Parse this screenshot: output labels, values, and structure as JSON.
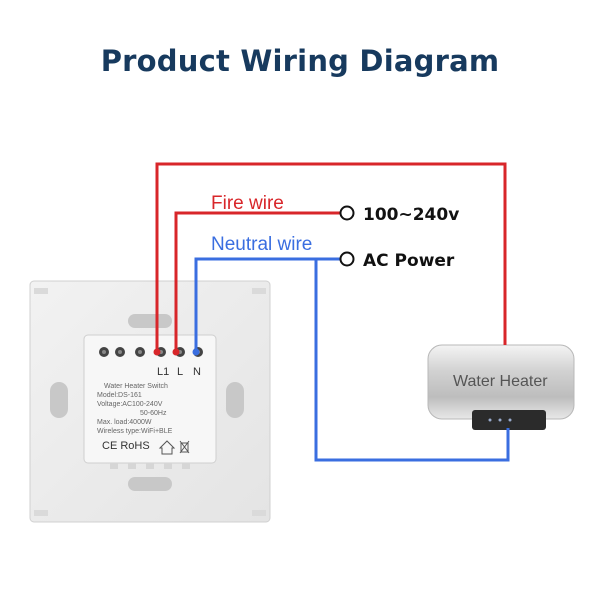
{
  "title": "Product Wiring Diagram",
  "labels": {
    "fire_wire": "Fire wire",
    "neutral_wire": "Neutral wire",
    "voltage": "100~240v",
    "ac_power": "AC Power"
  },
  "switch": {
    "terminals": [
      "L1",
      "L",
      "N"
    ],
    "spec_lines": [
      "Water Heater Switch",
      "Model:DS-161",
      "Voltage:AC100-240V",
      "50-60Hz",
      "Max. load:4000W",
      "Wireless type:WiFi+BLE"
    ],
    "cert_marks": "CE RoHS"
  },
  "heater": {
    "label": "Water Heater"
  },
  "colors": {
    "fire": "#d8262a",
    "neutral": "#3a6ee0",
    "title": "#173a5e"
  }
}
